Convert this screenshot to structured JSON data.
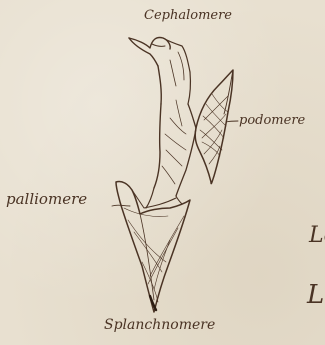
{
  "labels": {
    "cephalomere": "Cephalomere",
    "podomere": "podomere",
    "palliomere": "palliomere",
    "splanchnomere": "Splanchnomere",
    "edge_top": "Le",
    "edge_bottom": "L"
  },
  "colors": {
    "paper": "#e8e0d0",
    "ink": "#4a3324"
  }
}
